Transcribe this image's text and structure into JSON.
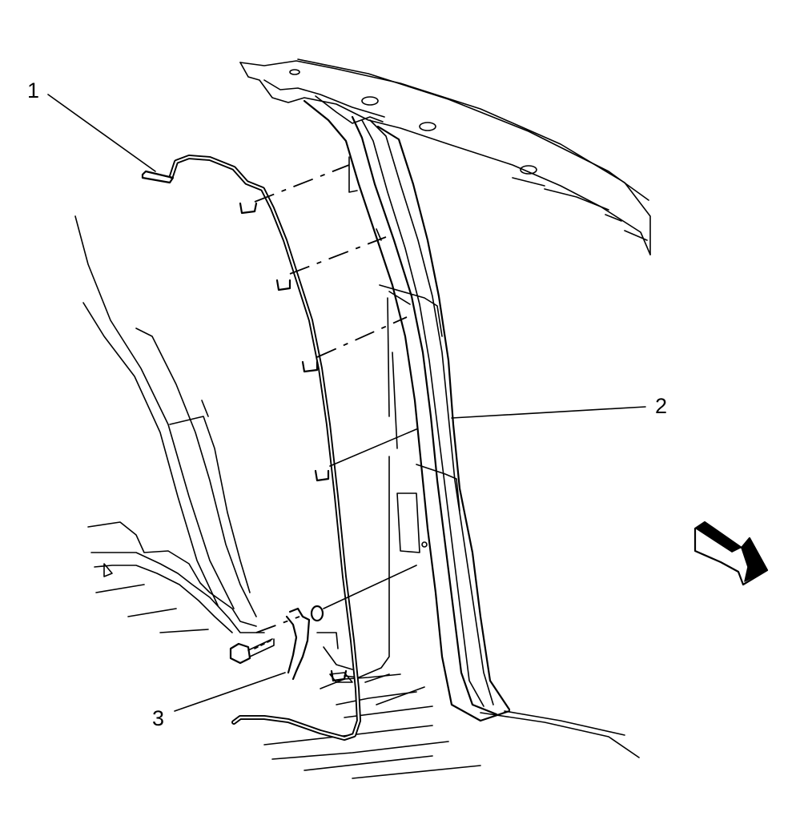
{
  "callouts": [
    {
      "id": "1",
      "text": "1"
    },
    {
      "id": "2",
      "text": "2"
    },
    {
      "id": "3",
      "text": "3"
    }
  ],
  "colors": {
    "line": "#000000",
    "background": "#ffffff"
  },
  "icons": [
    "front-direction-arrow-icon"
  ]
}
